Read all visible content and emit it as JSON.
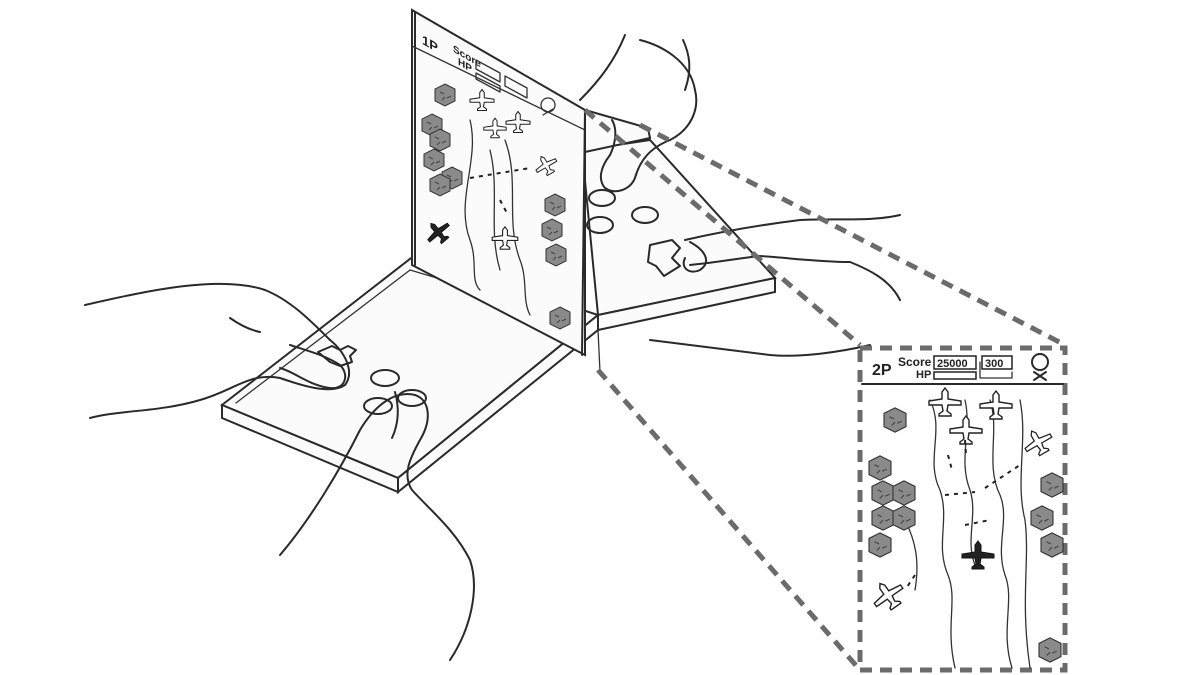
{
  "device": {
    "player1": {
      "player_label": "1P",
      "score_label": "Score",
      "hp_label": "HP"
    },
    "player2": {
      "player_label": "2P",
      "score_label": "Score",
      "hp_label": "HP",
      "score_value": "25000",
      "bomb_value": "300"
    }
  },
  "icons": [
    "bomb-icon",
    "fighter-plane-icon",
    "tree-cluster-icon",
    "hand-illustration"
  ],
  "colors": {
    "line": "#2a2a2a",
    "tree": "#8a8a8a",
    "dashed_callout": "#6b6b6b",
    "background": "#ffffff"
  }
}
